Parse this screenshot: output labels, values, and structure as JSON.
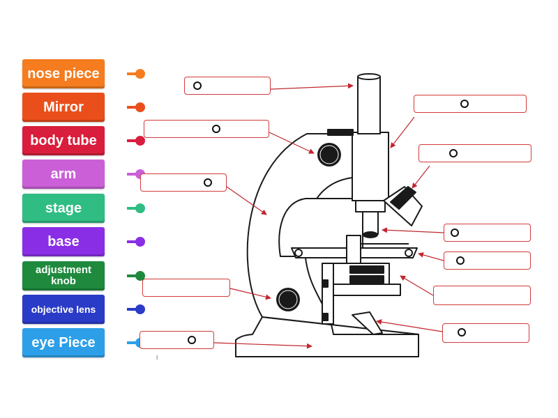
{
  "labels": [
    {
      "id": "nose-piece",
      "text": "nose piece",
      "color": "#f57c1f",
      "dark": "#e06a10"
    },
    {
      "id": "mirror",
      "text": "Mirror",
      "color": "#ea4f1b",
      "dark": "#d2400f"
    },
    {
      "id": "body-tube",
      "text": "body tube",
      "color": "#d81e3c",
      "dark": "#bf1530"
    },
    {
      "id": "arm",
      "text": "arm",
      "color": "#cb5fd8",
      "dark": "#b44ec2"
    },
    {
      "id": "stage",
      "text": "stage",
      "color": "#2fbd83",
      "dark": "#22a470"
    },
    {
      "id": "base",
      "text": "base",
      "color": "#8a2ee6",
      "dark": "#7622cc"
    },
    {
      "id": "adjustment-knob",
      "text": "adjustment knob",
      "color": "#1f8a3e",
      "dark": "#167331"
    },
    {
      "id": "objective-lens",
      "text": "objective lens",
      "color": "#2a3bc7",
      "dark": "#1f2fa8"
    },
    {
      "id": "eye-piece",
      "text": "eye Piece",
      "color": "#2c9fe8",
      "dark": "#1e88cc"
    }
  ],
  "colors": {
    "box_border": "#d23a3a",
    "leader": "#c0262e",
    "ink": "#1a1a1a"
  },
  "ticks": {
    "axis_mark": "I"
  }
}
